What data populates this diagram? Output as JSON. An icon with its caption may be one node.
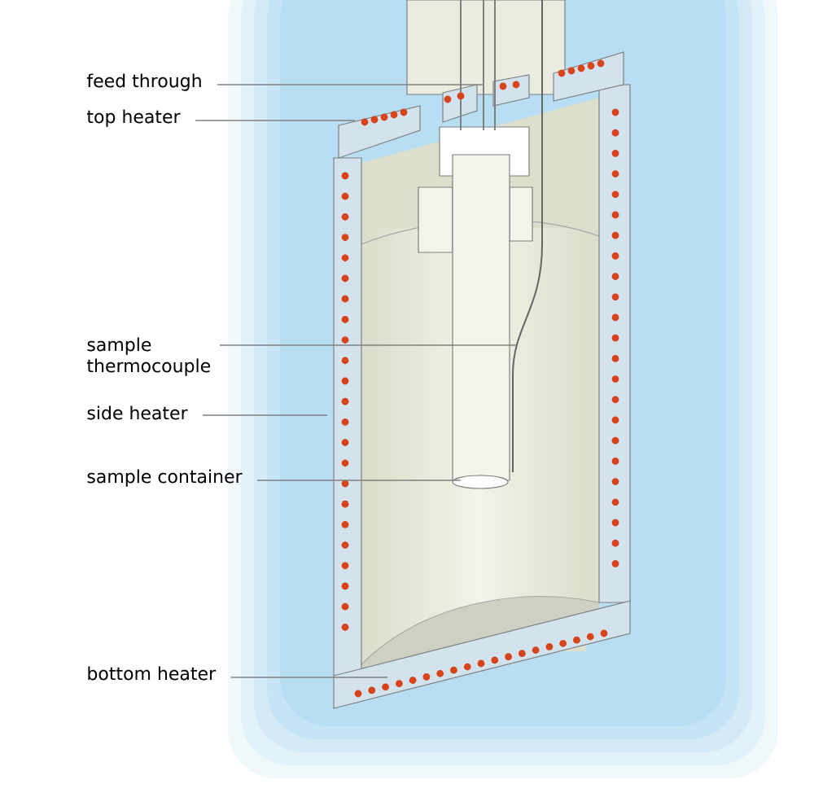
{
  "diagram": {
    "nodes": [
      {
        "text": [
          "feed through"
        ]
      },
      {
        "text": [
          "top heater"
        ]
      },
      {
        "text": [
          "sample thermocouple"
        ]
      },
      {
        "text": [
          "side heater"
        ]
      },
      {
        "text": [
          "sample container"
        ]
      },
      {
        "text": [
          "bottom heater"
        ]
      }
    ],
    "edges": [
      {
        "from": 0,
        "to": null,
        "arrow": "none"
      },
      {
        "from": 1,
        "to": null,
        "arrow": "none"
      },
      {
        "from": 2,
        "to": null,
        "arrow": "none"
      },
      {
        "from": 3,
        "to": null,
        "arrow": "none"
      },
      {
        "from": 4,
        "to": null,
        "arrow": "none"
      },
      {
        "from": 5,
        "to": null,
        "arrow": "none"
      }
    ]
  }
}
